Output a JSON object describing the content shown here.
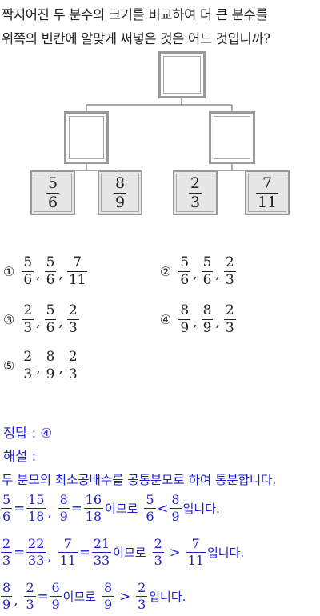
{
  "question": {
    "line1": "짝지어진 두 분수의 크기를 비교하여 더 큰 분수를",
    "line2": "위쪽의 빈칸에 알맞게 써넣은 것은 어느 것입니까?"
  },
  "leaves": [
    {
      "n": "5",
      "d": "6"
    },
    {
      "n": "8",
      "d": "9"
    },
    {
      "n": "2",
      "d": "3"
    },
    {
      "n": "7",
      "d": "11"
    }
  ],
  "options": [
    {
      "num": "①",
      "f": [
        {
          "n": "5",
          "d": "6"
        },
        {
          "n": "5",
          "d": "6"
        },
        {
          "n": "7",
          "d": "11"
        }
      ]
    },
    {
      "num": "②",
      "f": [
        {
          "n": "5",
          "d": "6"
        },
        {
          "n": "5",
          "d": "6"
        },
        {
          "n": "2",
          "d": "3"
        }
      ]
    },
    {
      "num": "③",
      "f": [
        {
          "n": "2",
          "d": "3"
        },
        {
          "n": "5",
          "d": "6"
        },
        {
          "n": "2",
          "d": "3"
        }
      ]
    },
    {
      "num": "④",
      "f": [
        {
          "n": "8",
          "d": "9"
        },
        {
          "n": "8",
          "d": "9"
        },
        {
          "n": "2",
          "d": "3"
        }
      ]
    },
    {
      "num": "⑤",
      "f": [
        {
          "n": "2",
          "d": "3"
        },
        {
          "n": "8",
          "d": "9"
        },
        {
          "n": "2",
          "d": "3"
        }
      ]
    }
  ],
  "separator": ",",
  "answer": {
    "label": "정답 : ④",
    "explain_label": "해설 :",
    "intro": "두 분모의 최소공배수를 공통분모로 하여 통분합니다."
  },
  "lines": [
    {
      "a": {
        "n": "5",
        "d": "6"
      },
      "b": {
        "n": "15",
        "d": "18"
      },
      "c": {
        "n": "8",
        "d": "9"
      },
      "e": {
        "n": "16",
        "d": "18"
      },
      "mid": "이므로",
      "x": {
        "n": "5",
        "d": "6"
      },
      "op": "<",
      "y": {
        "n": "8",
        "d": "9"
      },
      "end": "입니다."
    },
    {
      "a": {
        "n": "2",
        "d": "3"
      },
      "b": {
        "n": "22",
        "d": "33"
      },
      "c": {
        "n": "7",
        "d": "11"
      },
      "e": {
        "n": "21",
        "d": "33"
      },
      "mid": "이므로",
      "x": {
        "n": "2",
        "d": "3"
      },
      "op": ">",
      "y": {
        "n": "7",
        "d": "11"
      },
      "end": "입니다."
    },
    {
      "a": {
        "n": "8",
        "d": "9"
      },
      "b": {
        "n": "2",
        "d": "3"
      },
      "e": {
        "n": "6",
        "d": "9"
      },
      "mid": "이므로",
      "x": {
        "n": "8",
        "d": "9"
      },
      "op": ">",
      "y": {
        "n": "2",
        "d": "3"
      },
      "end": "입니다."
    }
  ],
  "eq": "=",
  "comma": ","
}
